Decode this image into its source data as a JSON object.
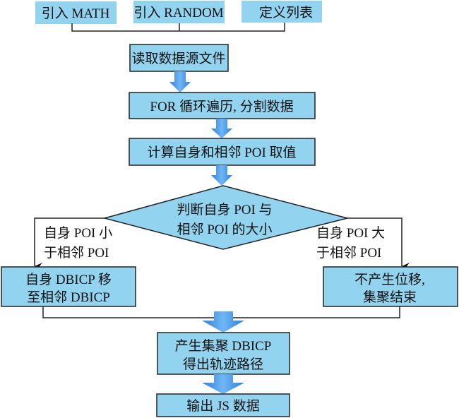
{
  "top_boxes": [
    "引入 MATH",
    "引入 RANDOM",
    "定义列表"
  ],
  "steps": {
    "read": "读取数据源文件",
    "loop": "FOR 循环遍历, 分割数据",
    "compute": "计算自身和相邻 POI 取值"
  },
  "decision": {
    "line1": "判断自身 POI 与",
    "line2": "相邻 POI 的大小"
  },
  "branch_left": {
    "label_line1": "自身 POI 小",
    "label_line2": "于相邻 POI",
    "box_line1": "自身 DBICP 移",
    "box_line2": "至相邻 DBICP"
  },
  "branch_right": {
    "label_line1": "自身 POI 大",
    "label_line2": "于相邻 POI",
    "box_line1": "不产生位移,",
    "box_line2": "集聚结束"
  },
  "result": {
    "line1": "产生集聚 DBICP",
    "line2": "得出轨迹路径"
  },
  "output": "输出 JS 数据",
  "colors": {
    "box_fill": "#92d4f0",
    "arrow": "#3a8ee0"
  }
}
